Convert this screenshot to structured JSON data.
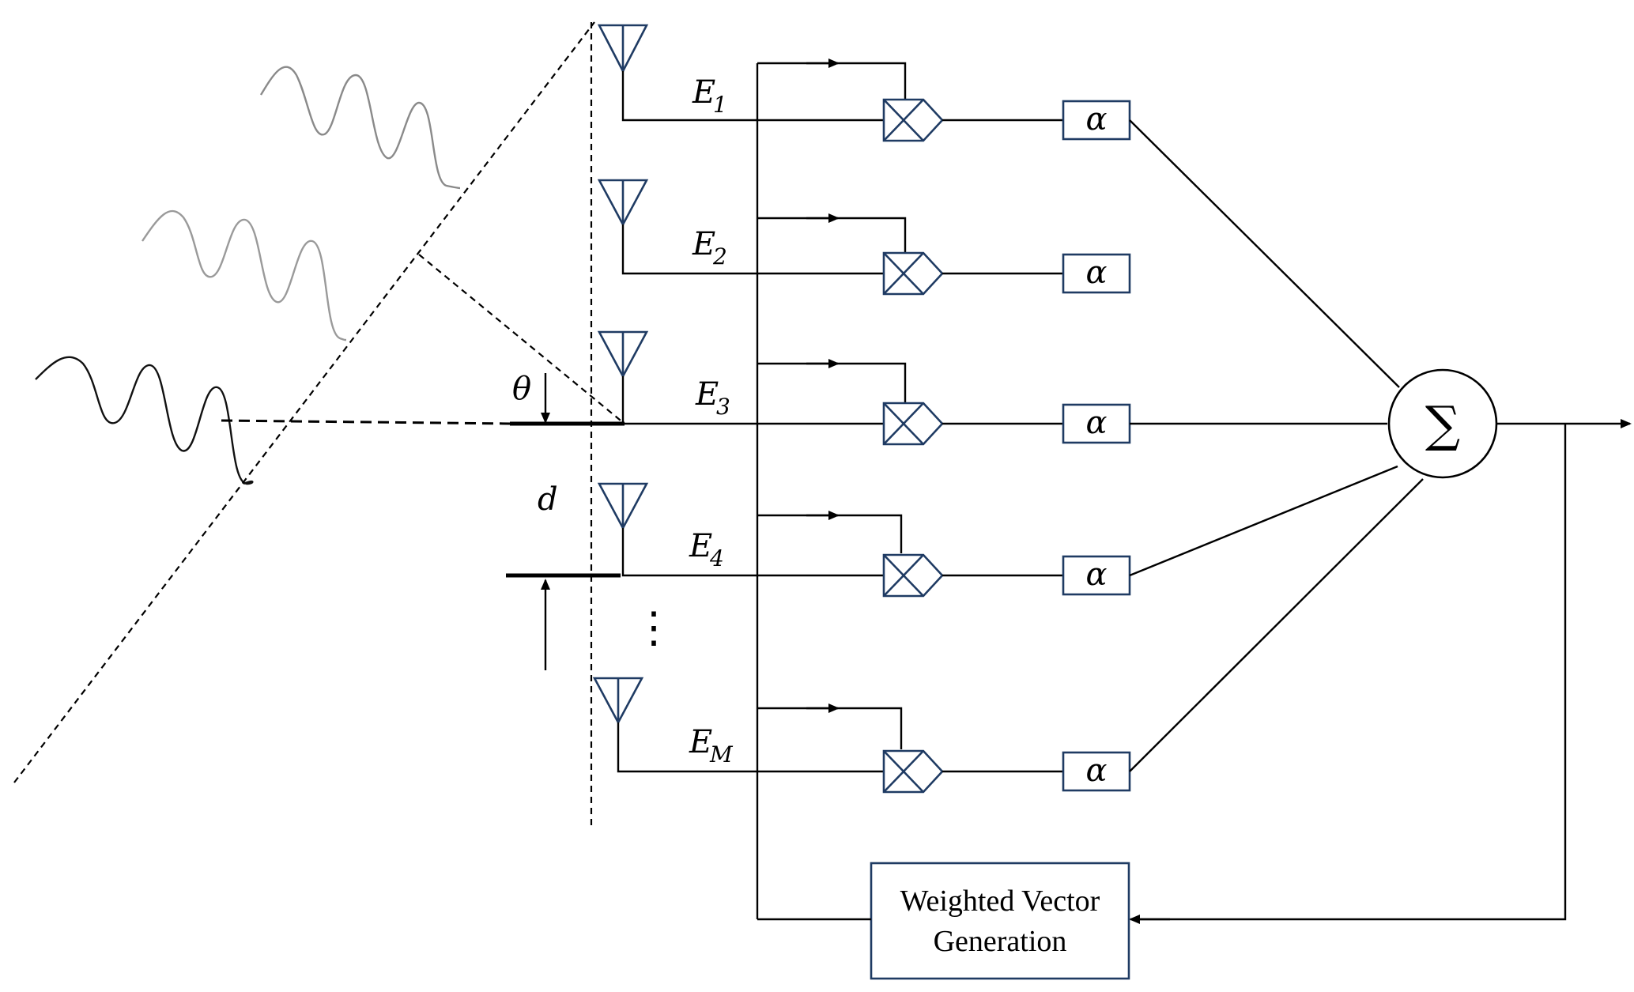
{
  "diagram": {
    "angle_label": "θ",
    "spacing_label": "d",
    "elements": [
      {
        "base": "E",
        "sub": "1"
      },
      {
        "base": "E",
        "sub": "2"
      },
      {
        "base": "E",
        "sub": "3"
      },
      {
        "base": "E",
        "sub": "4"
      },
      {
        "base": "E",
        "sub": "M"
      }
    ],
    "ellipsis": "⋮",
    "weight_label": "α",
    "sum_symbol": "∑",
    "weight_box_line1": "Weighted Vector",
    "weight_box_line2": "Generation"
  }
}
